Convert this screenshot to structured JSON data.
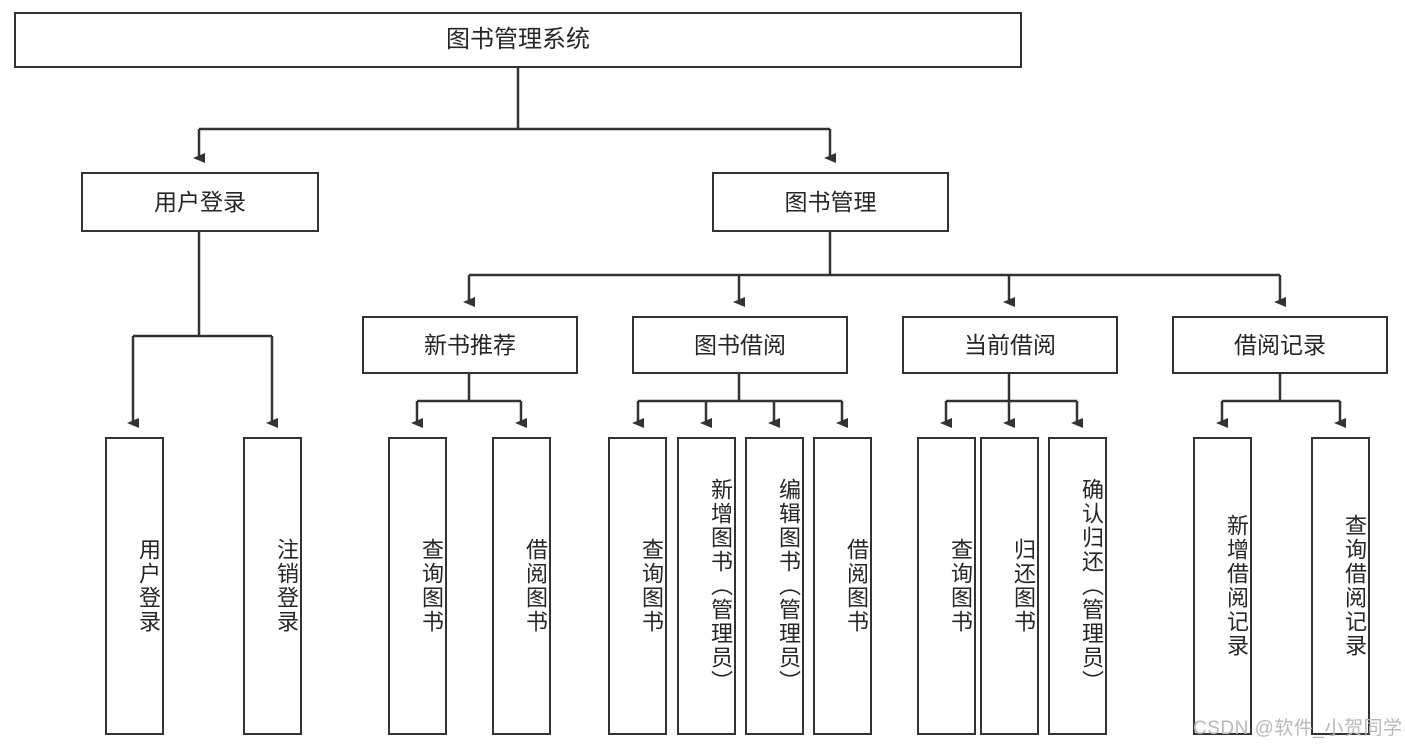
{
  "diagram": {
    "title": "图书管理系统",
    "watermark": "CSDN @软件_小贺同学",
    "levels": {
      "root": {
        "label": "图书管理系统"
      },
      "level2": [
        {
          "label": "用户登录"
        },
        {
          "label": "图书管理"
        }
      ],
      "level3": [
        {
          "label": "新书推荐"
        },
        {
          "label": "图书借阅"
        },
        {
          "label": "当前借阅"
        },
        {
          "label": "借阅记录"
        }
      ],
      "leaves": {
        "user_login": [
          {
            "label": "用户登录"
          },
          {
            "label": "注销登录"
          }
        ],
        "new_book_recommend": [
          {
            "label": "查询图书"
          },
          {
            "label": "借阅图书"
          }
        ],
        "book_borrow": [
          {
            "label": "查询图书"
          },
          {
            "label": "新增图书（管理员）"
          },
          {
            "label": "编辑图书（管理员）"
          },
          {
            "label": "借阅图书"
          }
        ],
        "current_borrow": [
          {
            "label": "查询图书"
          },
          {
            "label": "归还图书"
          },
          {
            "label": "确认归还（管理员）"
          }
        ],
        "borrow_record": [
          {
            "label": "新增借阅记录"
          },
          {
            "label": "查询借阅记录"
          }
        ]
      }
    },
    "colors": {
      "stroke": "#333333",
      "text": "#262626",
      "background": "#ffffff",
      "watermark": "#b9b9b9"
    }
  }
}
